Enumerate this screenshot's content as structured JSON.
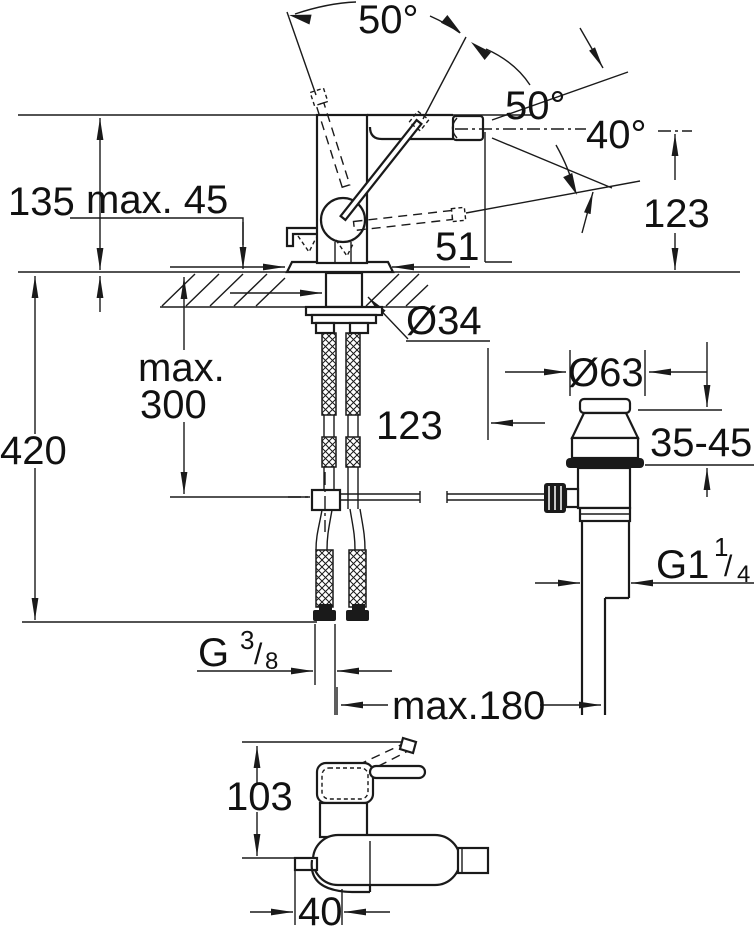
{
  "page": {
    "background": "#ffffff",
    "line_color": "#1a1a1a"
  },
  "front_view": {
    "lever_swivel_angle_left": "50°",
    "lever_swivel_angle_right": "50°",
    "spray_angle": "40°",
    "body_height": "135",
    "deck_thickness_max": "max. 45",
    "spout_height": "123",
    "spout_reach": "51",
    "shank_diameter": "Ø34",
    "hose_length_max_line1": "max.",
    "hose_length_max_line2": "300",
    "overall_height": "420",
    "spout_to_waste_distance": "123",
    "supply_thread": {
      "g": "G",
      "numerator": "3",
      "slash": "/",
      "denominator": "8"
    }
  },
  "drain": {
    "flange_diameter": "Ø63",
    "deck_clamp_range": "35-45",
    "waste_thread": {
      "g": "G1",
      "numerator": "1",
      "slash": "/",
      "denominator": "4"
    },
    "rod_reach_max": "max.180"
  },
  "top_view": {
    "body_depth": "103",
    "port_offset": "40"
  }
}
